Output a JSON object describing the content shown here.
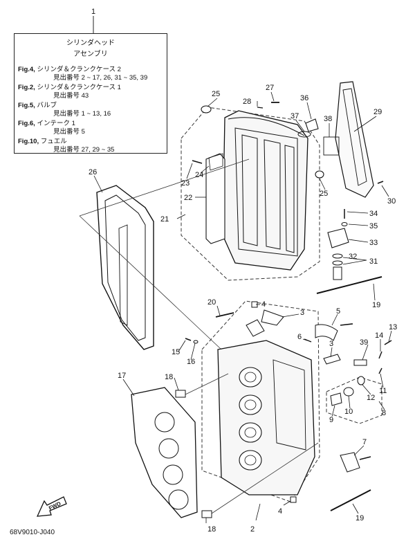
{
  "legend": {
    "header_number": "1",
    "title_line1": "シリンダヘッド",
    "title_line2": "アセンブリ",
    "refs": [
      {
        "fig": "Fig.4,",
        "name": "シリンダ＆クランクケース 2",
        "detail": "見出番号 2 ~ 17, 26, 31 ~ 35, 39"
      },
      {
        "fig": "Fig.2,",
        "name": "シリンダ＆クランクケース 1",
        "detail": "見出番号 43"
      },
      {
        "fig": "Fig.5,",
        "name": "バルブ",
        "detail": "見出番号 1 ~ 13, 16"
      },
      {
        "fig": "Fig.6,",
        "name": "インテーク 1",
        "detail": "見出番号 5"
      },
      {
        "fig": "Fig.10,",
        "name": "フュエル",
        "detail": "見出番号 27, 29 ~ 35"
      }
    ]
  },
  "part_labels": {
    "p2": "2",
    "p3a": "3",
    "p3b": "3",
    "p4a": "4",
    "p4b": "4",
    "p5": "5",
    "p6": "6",
    "p7": "7",
    "p8": "8",
    "p9": "9",
    "p10": "10",
    "p11": "11",
    "p12": "12",
    "p13": "13",
    "p14": "14",
    "p15": "15",
    "p16": "16",
    "p17": "17",
    "p18a": "18",
    "p18b": "18",
    "p19a": "19",
    "p19b": "19",
    "p20": "20",
    "p21": "21",
    "p22": "22",
    "p23": "23",
    "p24": "24",
    "p25a": "25",
    "p25b": "25",
    "p26": "26",
    "p27": "27",
    "p28": "28",
    "p29": "29",
    "p30": "30",
    "p31": "31",
    "p32": "32",
    "p33": "33",
    "p34": "34",
    "p35": "35",
    "p36": "36",
    "p37": "37",
    "p38": "38",
    "p39": "39"
  },
  "fwd_label": "FWD",
  "drawing_code": "68V9010-J040"
}
